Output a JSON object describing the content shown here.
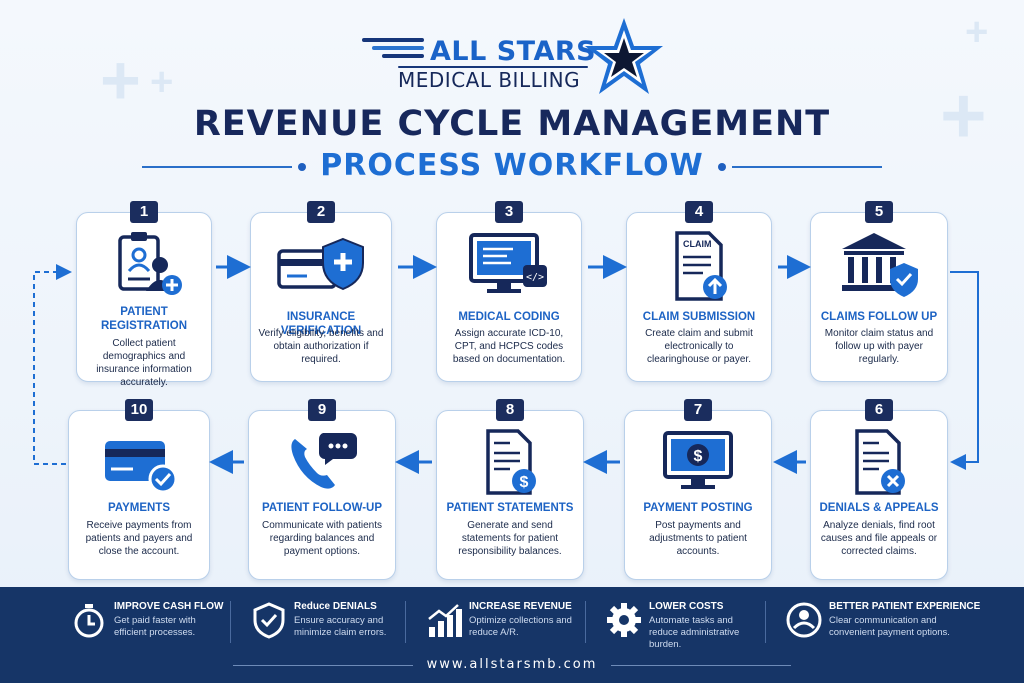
{
  "logo": {
    "line1": "ALL STARS",
    "line2": "MEDICAL BILLING"
  },
  "title": {
    "main": "REVENUE CYCLE MANAGEMENT",
    "sub": "PROCESS WORKFLOW"
  },
  "steps": [
    {
      "num": "1",
      "title": "PATIENT REGISTRATION",
      "desc": "Collect patient demographics and insurance information accurately."
    },
    {
      "num": "2",
      "title": "INSURANCE VERIFICATION",
      "desc": "Verify eligibility, benefits and obtain authorization if required."
    },
    {
      "num": "3",
      "title": "MEDICAL CODING",
      "desc": "Assign accurate ICD-10, CPT, and HCPCS codes based on documentation."
    },
    {
      "num": "4",
      "title": "CLAIM SUBMISSION",
      "desc": "Create claim and submit electronically to clearinghouse or payer.",
      "icon_label": "CLAIM"
    },
    {
      "num": "5",
      "title": "CLAIMS FOLLOW UP",
      "desc": "Monitor claim status and follow up with payer regularly."
    },
    {
      "num": "6",
      "title": "DENIALS & APPEALS",
      "desc": "Analyze denials, find root causes and file appeals or corrected claims."
    },
    {
      "num": "7",
      "title": "PAYMENT POSTING",
      "desc": "Post payments and adjustments to patient accounts."
    },
    {
      "num": "8",
      "title": "PATIENT STATEMENTS",
      "desc": "Generate and send statements for patient responsibility balances."
    },
    {
      "num": "9",
      "title": "PATIENT FOLLOW-UP",
      "desc": "Communicate with patients regarding balances and payment options."
    },
    {
      "num": "10",
      "title": "PAYMENTS",
      "desc": "Receive payments from patients and payers and close the account."
    }
  ],
  "benefits": [
    {
      "title": "IMPROVE CASH FLOW",
      "desc": "Get paid faster with efficient processes.",
      "icon": "stopwatch-icon"
    },
    {
      "title": "Reduce DENIALS",
      "desc": "Ensure accuracy and minimize claim errors.",
      "icon": "shield-check-icon"
    },
    {
      "title": "INCREASE REVENUE",
      "desc": "Optimize collections and reduce A/R.",
      "icon": "bar-chart-icon"
    },
    {
      "title": "LOWER COSTS",
      "desc": "Automate tasks and reduce administrative burden.",
      "icon": "gear-icon"
    },
    {
      "title": "BETTER PATIENT EXPERIENCE",
      "desc": "Clear communication and convenient payment options.",
      "icon": "patient-care-icon"
    }
  ],
  "footer": {
    "url": "www.allstarsmb.com"
  },
  "colors": {
    "navy": "#17285c",
    "accent": "#1e6ed3",
    "band": "#163567"
  }
}
